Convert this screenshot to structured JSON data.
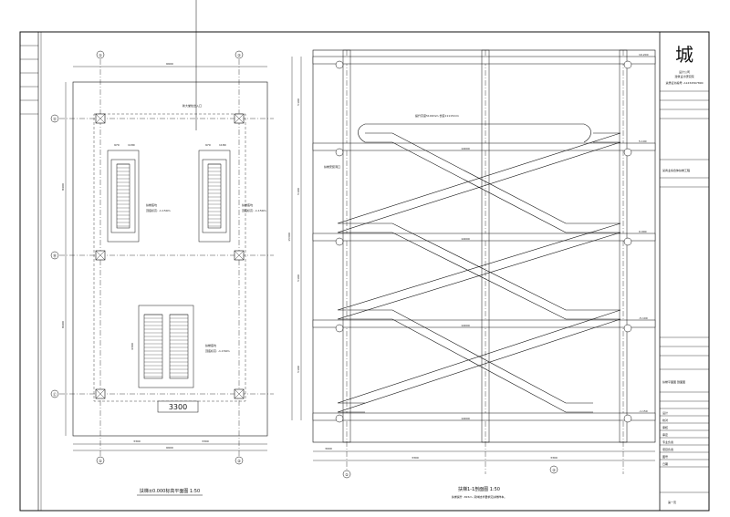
{
  "colors": {
    "line": "#111111",
    "annotation": "#0b7a0b",
    "background": "#ffffff"
  },
  "left_plan": {
    "caption": "扶梯±0.000标高平面图 1:50",
    "grid_top": [
      "①",
      "②"
    ],
    "grid_left": [
      "Ⓐ",
      "Ⓑ",
      "Ⓒ"
    ],
    "dims": {
      "top": "6600",
      "bottom": "6600",
      "bottom_left": "3300",
      "bottom_right": "3300",
      "big": "3300",
      "left_upper": "8400",
      "left_lower": "8400",
      "left_side": "4300"
    },
    "notes": [
      "新大堂处出入口",
      "扶梯底坑",
      "顶底标高: -1.150m"
    ],
    "stair_dims": [
      "970",
      "1180",
      "970",
      "1180"
    ]
  },
  "right_section": {
    "caption": "扶梯1-1剖面图 1:50",
    "note": "扶梯提升 -815m, 具体技术要求见扶梯样本。",
    "escalator_note_1": "提升高度5100mm,长度11115mm",
    "escalator_note_2": "扶梯安装洞口",
    "span_labels": [
      "14000",
      "14000",
      "14000",
      "14000"
    ],
    "bottom_dims": [
      "3000",
      "3300",
      "3300"
    ],
    "grid_bottom": [
      "①",
      "②"
    ],
    "left_dims": [
      "5100",
      "5100",
      "5100",
      "5100"
    ],
    "left_total": "15300",
    "level_marks": [
      "10.200",
      "5.100",
      "0.000",
      "-5.100",
      "-1.150"
    ]
  },
  "title_block": {
    "logo": "城",
    "company_lines": [
      "设计公司",
      "建筑设计研究院"
    ],
    "cert": "资质证书编号: A1234567890",
    "project": "某商业综合体扶梯工程",
    "drawing_name": "扶梯平面图 剖面图",
    "rows": [
      "设计",
      "校对",
      "审核",
      "审定",
      "专业负责",
      "项目负责",
      "图号",
      "日期"
    ],
    "sheet": "第一页"
  }
}
